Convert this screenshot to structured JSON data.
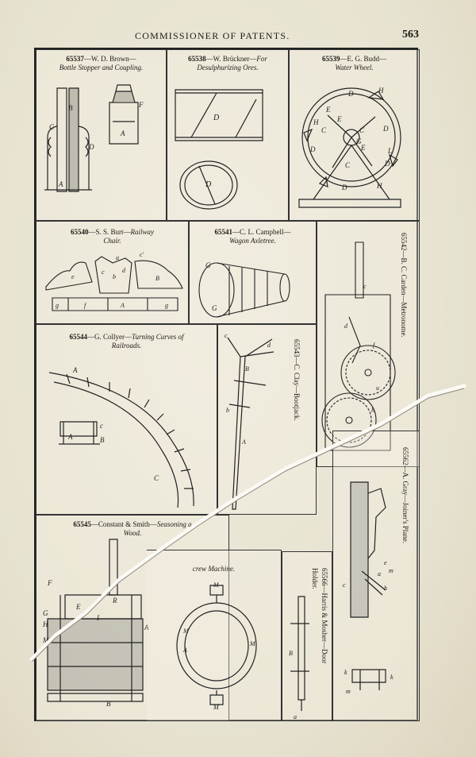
{
  "page": {
    "running_head": "COMMISSIONER OF PATENTS.",
    "page_number": "563"
  },
  "figures": [
    {
      "number": "65537",
      "inventor": "W. D. Brown",
      "title_line1": "Bottle Stopper and Coupling.",
      "title_line2": ""
    },
    {
      "number": "65538",
      "inventor": "W. Brückner",
      "title_line1": "For",
      "title_line2": "Desulphurizing Ores."
    },
    {
      "number": "65539",
      "inventor": "E. G. Budd",
      "title_line1": "Water Wheel.",
      "title_line2": ""
    },
    {
      "number": "65540",
      "inventor": "S. S. Burt",
      "title_line1": "Railway",
      "title_line2": "Chair."
    },
    {
      "number": "65541",
      "inventor": "C. L. Campbell",
      "title_line1": "Wagon Axletree.",
      "title_line2": ""
    },
    {
      "number": "65542",
      "inventor": "B. C. Carden",
      "title_line1": "Metronome.",
      "title_line2": ""
    },
    {
      "number": "65544",
      "inventor": "G. Collyer",
      "title_line1": "Turning Curves of",
      "title_line2": "Railroads."
    },
    {
      "number": "65543",
      "inventor": "C. Clay",
      "title_line1": "Bootjack.",
      "title_line2": ""
    },
    {
      "number": "65562",
      "inventor": "A. Gray",
      "title_line1": "Joiner's Plane.",
      "title_line2": ""
    },
    {
      "number": "65545",
      "inventor": "Constant & Smith",
      "title_line1": "Seasoning a",
      "title_line2": "Wood."
    },
    {
      "number": "",
      "inventor": "",
      "title_line1": "crew Machine.",
      "title_line2": ""
    },
    {
      "number": "65566",
      "inventor": "Harris & Mosher",
      "title_line1": "Door",
      "title_line2": "Holder."
    }
  ]
}
